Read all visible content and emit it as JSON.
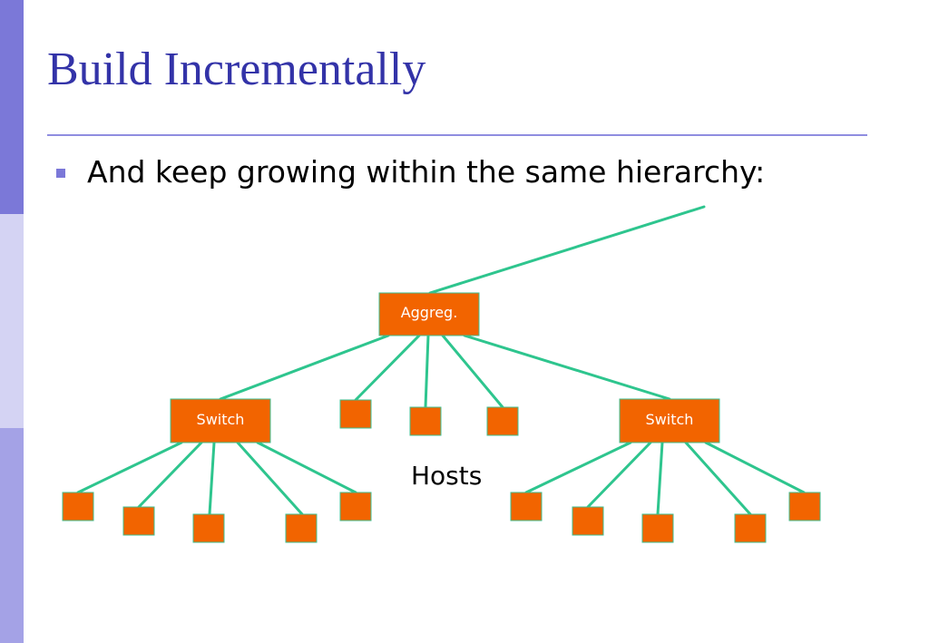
{
  "slide": {
    "title": "Build Incrementally",
    "bullet": "And keep growing within the same hierarchy:"
  },
  "diagram": {
    "aggregation_label": "Aggreg.",
    "switch_left_label": "Switch",
    "switch_right_label": "Switch",
    "hosts_label": "Hosts"
  },
  "colors": {
    "accent": "#7b78d8",
    "title": "#3333a8",
    "node_fill": "#f26400",
    "node_border": "#3fbf90",
    "link": "#2ec58e"
  }
}
